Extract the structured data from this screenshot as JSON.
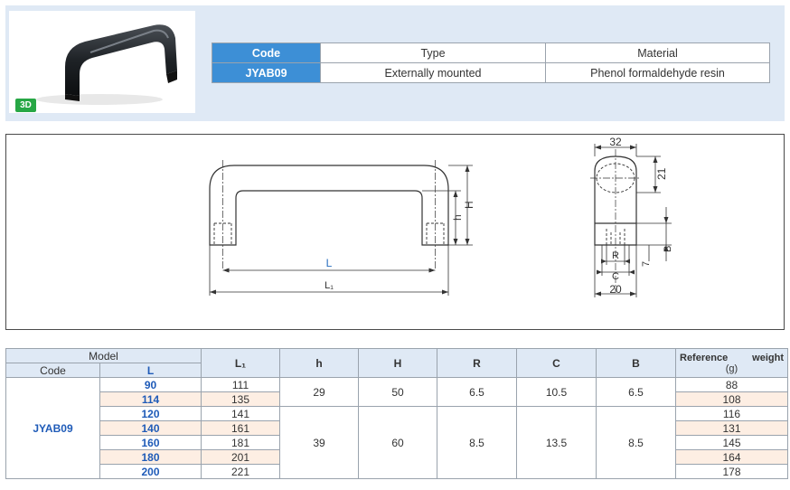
{
  "header": {
    "badge": "3D",
    "columns": [
      "Code",
      "Type",
      "Material"
    ],
    "values": [
      "JYAB09",
      "Externally mounted",
      "Phenol formaldehyde resin"
    ]
  },
  "drawing": {
    "labels": {
      "L": "L",
      "L1": "L₁",
      "h": "h",
      "H": "H",
      "w32": "32",
      "d21": "21",
      "R": "R",
      "C": "C",
      "B": "B",
      "d7": "7",
      "d20": "20"
    }
  },
  "table": {
    "headers": {
      "model": "Model",
      "code": "Code",
      "L": "L",
      "L1": "L₁",
      "h": "h",
      "H": "H",
      "R": "R",
      "C": "C",
      "B": "B",
      "weight_a": "Reference",
      "weight_b": "weight",
      "weight_unit": "(g)"
    },
    "code": "JYAB09",
    "rows": [
      {
        "L": "90",
        "L1": "111",
        "weight": "88"
      },
      {
        "L": "114",
        "L1": "135",
        "weight": "108"
      },
      {
        "L": "120",
        "L1": "141",
        "weight": "116"
      },
      {
        "L": "140",
        "L1": "161",
        "weight": "131"
      },
      {
        "L": "160",
        "L1": "181",
        "weight": "145"
      },
      {
        "L": "180",
        "L1": "201",
        "weight": "164"
      },
      {
        "L": "200",
        "L1": "221",
        "weight": "178"
      }
    ],
    "groups": [
      {
        "h": "29",
        "H": "50",
        "R": "6.5",
        "C": "10.5",
        "B": "6.5"
      },
      {
        "h": "39",
        "H": "60",
        "R": "8.5",
        "C": "13.5",
        "B": "8.5"
      }
    ]
  },
  "colors": {
    "header_blue": "#3d8fd6",
    "panel_blue": "#dfe9f5",
    "row_highlight": "#fdeee3",
    "code_blue": "#1f5bb8",
    "badge_green": "#27a745"
  }
}
